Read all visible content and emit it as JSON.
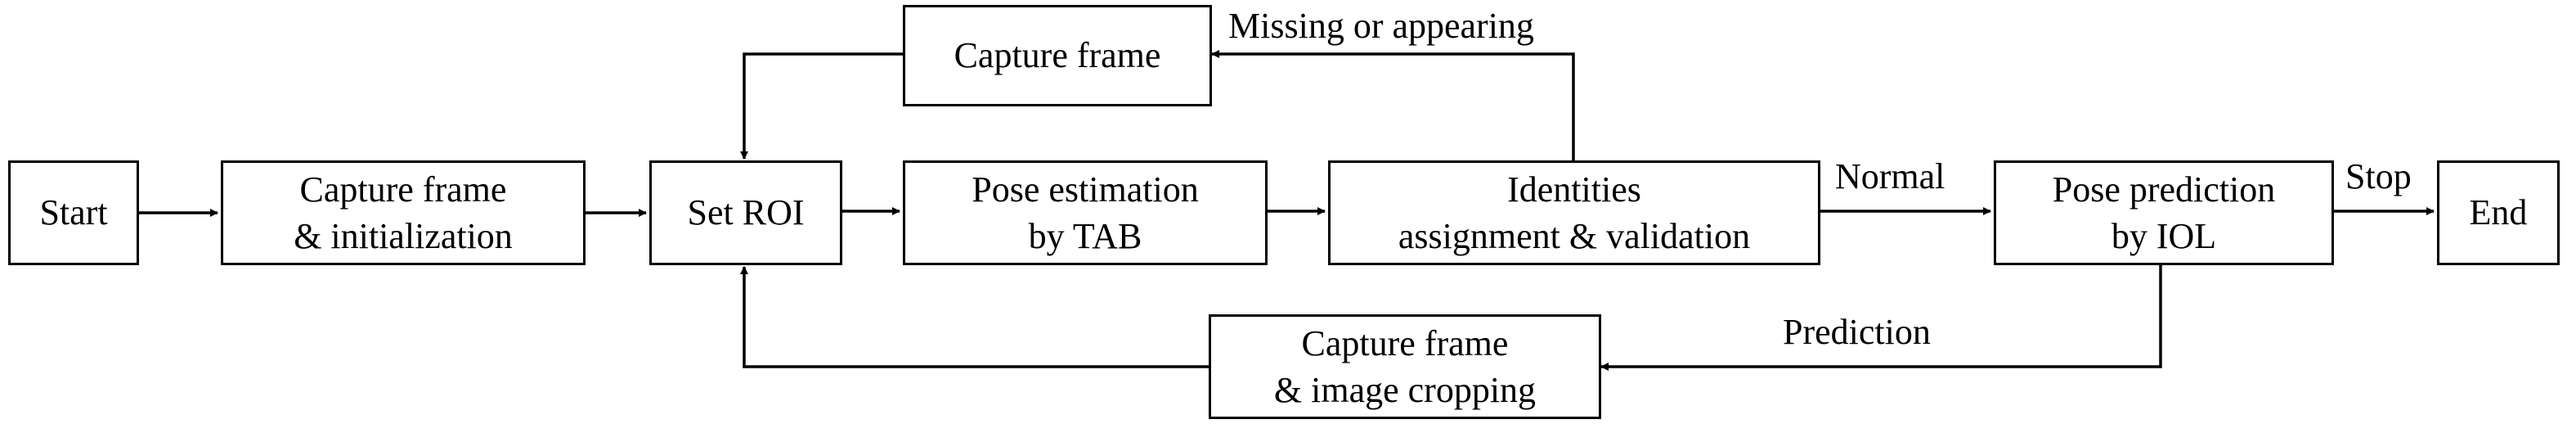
{
  "diagram": {
    "nodes": {
      "start": {
        "lines": [
          "Start"
        ]
      },
      "capture_init": {
        "lines": [
          "Capture frame",
          "& initialization"
        ]
      },
      "set_roi": {
        "lines": [
          "Set ROI"
        ]
      },
      "pose_estimation": {
        "lines": [
          "Pose estimation",
          "by TAB"
        ]
      },
      "identities": {
        "lines": [
          "Identities",
          "assignment & validation"
        ]
      },
      "pose_prediction": {
        "lines": [
          "Pose prediction",
          "by IOL"
        ]
      },
      "end": {
        "lines": [
          "End"
        ]
      },
      "capture_top": {
        "lines": [
          "Capture frame"
        ]
      },
      "capture_crop": {
        "lines": [
          "Capture frame",
          "& image cropping"
        ]
      }
    },
    "edge_labels": {
      "missing": "Missing or appearing",
      "normal": "Normal",
      "stop": "Stop",
      "prediction": "Prediction"
    },
    "colors": {
      "stroke": "#000000",
      "background": "#ffffff"
    }
  }
}
